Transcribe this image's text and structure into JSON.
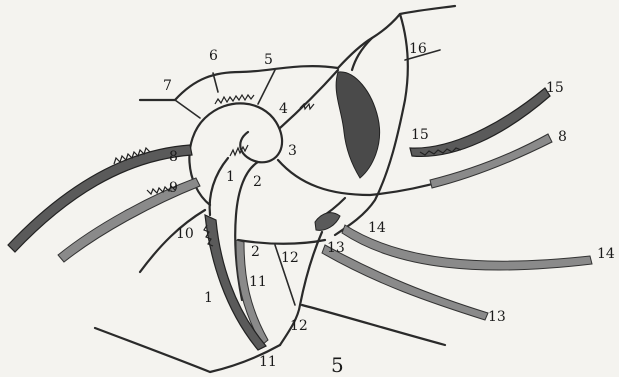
{
  "diagram": {
    "figure_number": "5",
    "labels": [
      {
        "id": "l1a",
        "text": "1"
      },
      {
        "id": "l1b",
        "text": "1"
      },
      {
        "id": "l2a",
        "text": "2"
      },
      {
        "id": "l2b",
        "text": "2"
      },
      {
        "id": "l3",
        "text": "3"
      },
      {
        "id": "l4",
        "text": "4"
      },
      {
        "id": "l5",
        "text": "5"
      },
      {
        "id": "l6",
        "text": "6"
      },
      {
        "id": "l7",
        "text": "7"
      },
      {
        "id": "l8a",
        "text": "8"
      },
      {
        "id": "l8b",
        "text": "8"
      },
      {
        "id": "l9",
        "text": "9"
      },
      {
        "id": "l10",
        "text": "10"
      },
      {
        "id": "l11a",
        "text": "11"
      },
      {
        "id": "l11b",
        "text": "11"
      },
      {
        "id": "l12a",
        "text": "12"
      },
      {
        "id": "l12b",
        "text": "12"
      },
      {
        "id": "l13a",
        "text": "13"
      },
      {
        "id": "l13b",
        "text": "13"
      },
      {
        "id": "l14a",
        "text": "14"
      },
      {
        "id": "l14b",
        "text": "14"
      },
      {
        "id": "l15a",
        "text": "15"
      },
      {
        "id": "l15b",
        "text": "15"
      },
      {
        "id": "l16",
        "text": "16"
      }
    ]
  }
}
